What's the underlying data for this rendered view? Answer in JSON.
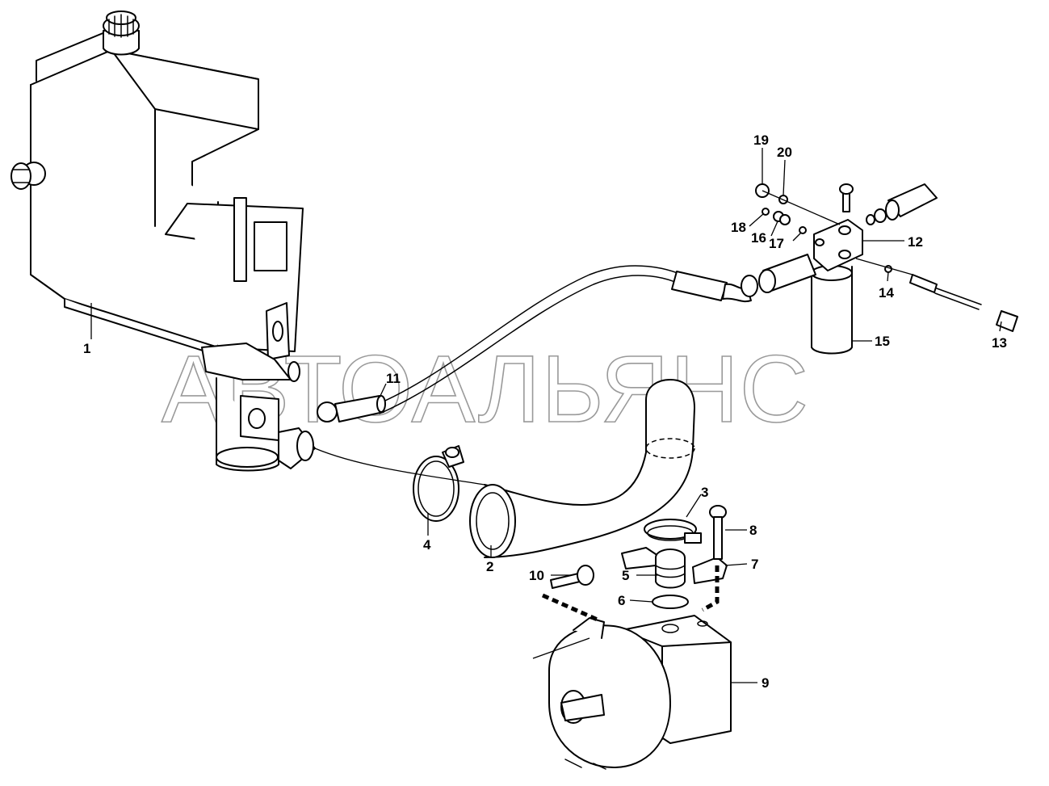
{
  "watermark": "АВТОАЛЬЯНС",
  "callouts": [
    {
      "id": "c1",
      "label": "1"
    },
    {
      "id": "c2",
      "label": "2"
    },
    {
      "id": "c3",
      "label": "3"
    },
    {
      "id": "c4",
      "label": "4"
    },
    {
      "id": "c5",
      "label": "5"
    },
    {
      "id": "c6",
      "label": "6"
    },
    {
      "id": "c7",
      "label": "7"
    },
    {
      "id": "c8",
      "label": "8"
    },
    {
      "id": "c9",
      "label": "9"
    },
    {
      "id": "c10",
      "label": "10"
    },
    {
      "id": "c11",
      "label": "11"
    },
    {
      "id": "c12",
      "label": "12"
    },
    {
      "id": "c13",
      "label": "13"
    },
    {
      "id": "c14",
      "label": "14"
    },
    {
      "id": "c15",
      "label": "15"
    },
    {
      "id": "c16",
      "label": "16"
    },
    {
      "id": "c17",
      "label": "17"
    },
    {
      "id": "c18",
      "label": "18"
    },
    {
      "id": "c19",
      "label": "19"
    },
    {
      "id": "c20",
      "label": "20"
    }
  ],
  "colors": {
    "line": "#000000",
    "watermark": "#9a9a9a",
    "background": "#ffffff"
  }
}
